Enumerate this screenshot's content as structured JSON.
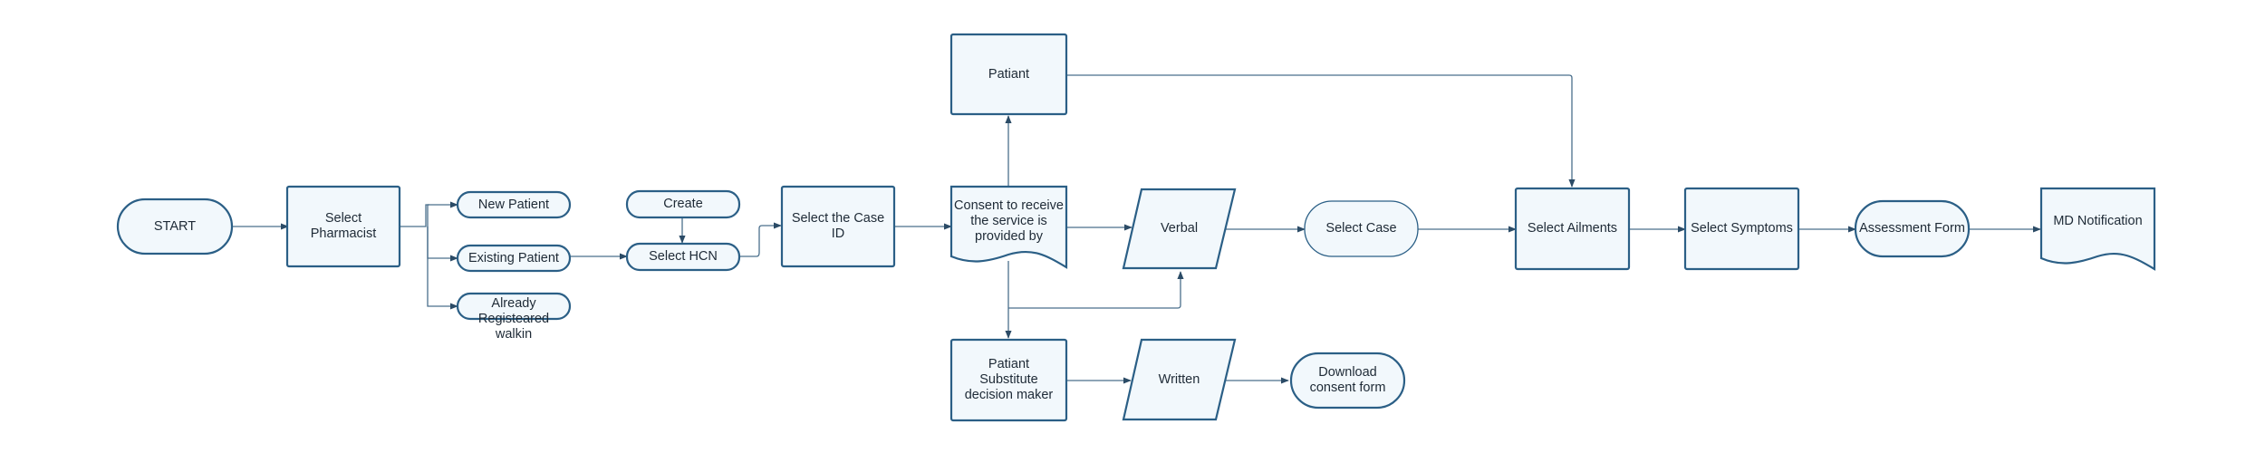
{
  "nodes": {
    "start": "START",
    "select_pharmacist": "Select Pharmacist",
    "new_patient": "New Patient",
    "existing_patient": "Existing Patient",
    "already_registered": "Already Registeared walkin",
    "create": "Create",
    "select_hcn": "Select HCN",
    "select_case_id": "Select the Case ID",
    "consent": "Consent to receive the service is provided by",
    "patiant": "Patiant",
    "substitute": "Patiant Substitute decision maker",
    "verbal": "Verbal",
    "written": "Written",
    "download_consent": "Download consent form",
    "select_case": "Select Case",
    "select_ailments": "Select Ailments",
    "select_symptoms": "Select Symptoms",
    "assessment_form": "Assessment Form",
    "md_notification": "MD Notification"
  },
  "colors": {
    "stroke": "#2b5f86",
    "fill": "#f2f8fc",
    "connector": "#4a6f8c",
    "text": "#1e2a36"
  }
}
